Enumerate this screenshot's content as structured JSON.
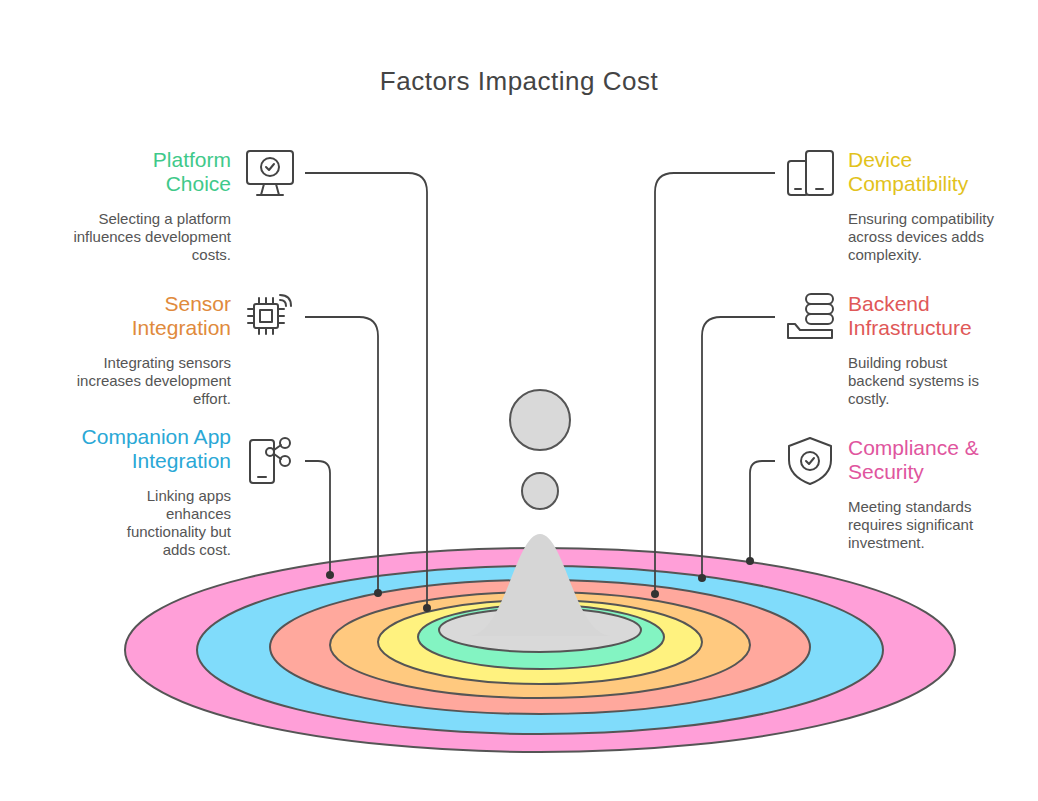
{
  "diagram": {
    "title": "Factors Impacting Cost",
    "labels": [
      "Platform Choice",
      "Selecting a platform influences development costs.",
      "Sensor Integration",
      "Integrating sensors increases development effort.",
      "Companion App Integration",
      "Linking apps enhances functionality but adds cost.",
      "Device Compatibility",
      "Ensuring compatibility across devices adds complexity.",
      "Backend Infrastructure",
      "Building robust backend systems is costly.",
      "Compliance & Security",
      "Meeting standards requires significant investment."
    ]
  }
}
